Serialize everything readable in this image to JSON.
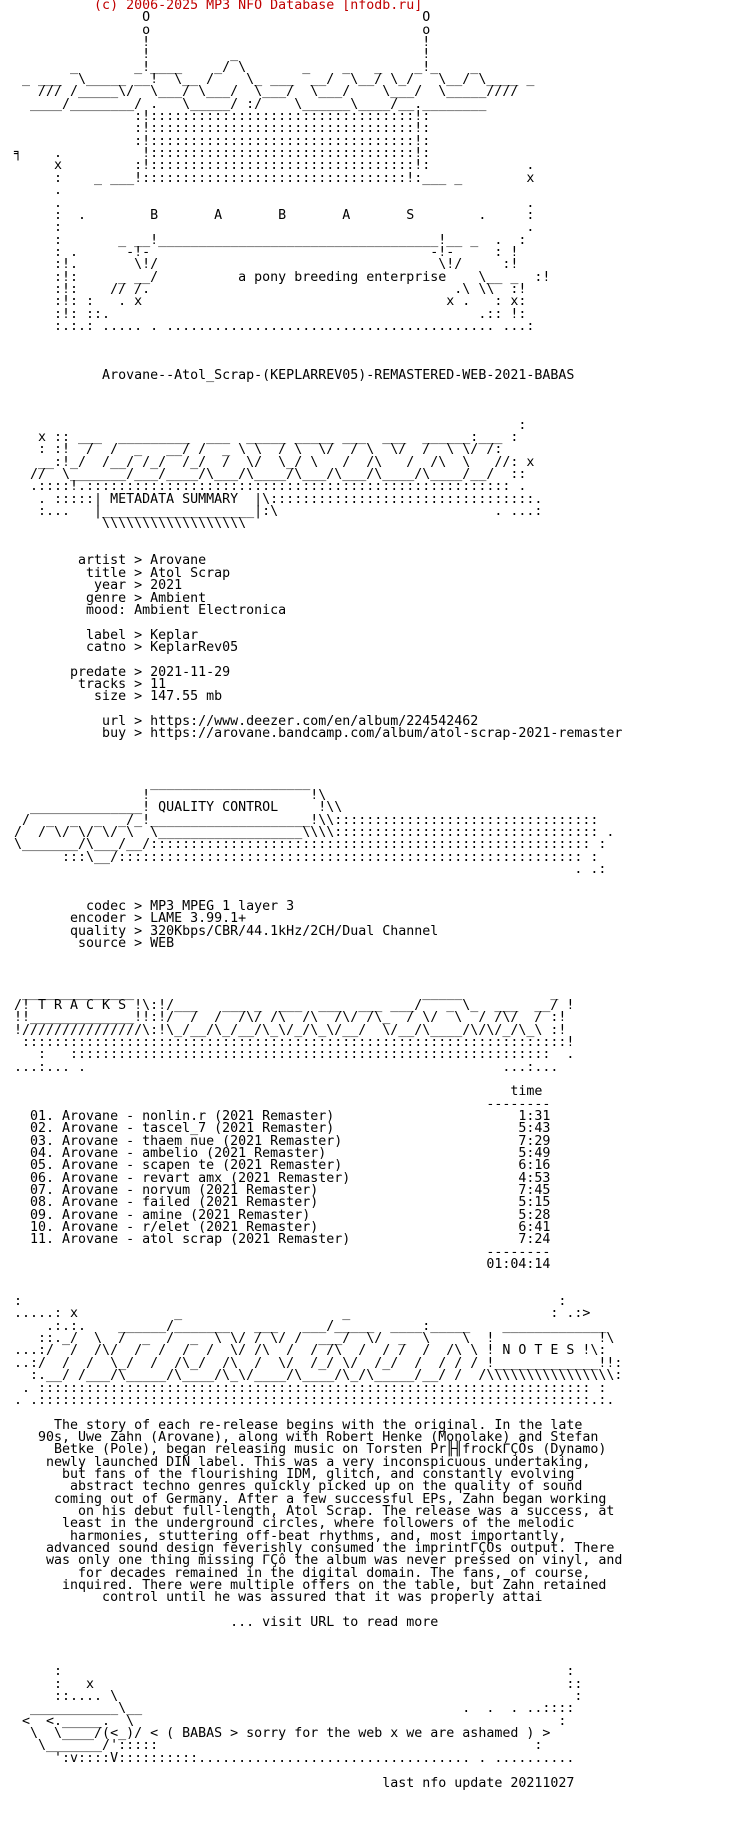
{
  "header_text": "          (c) 2006-2025 MP3 NFO Database [nfodb.ru]",
  "nfo_lines": [
    "                O                                  O",
    "                o                                  o",
    "                !                                  !",
    "                !          _                       !",
    "       _       _!____    _/ \\       _    _   _    _!_    _",
    " _ ___  \\_____ __!  \\__ /    \\_ ___  __/  \\__/ \\_/   \\__/ \\____ _",
    "   /// /_____\\/  \\___/ \\___/  \\___/  \\___/    \\___/  \\_____////",
    "  ____/________/ .   \\_____/ :/    \\______\\____/__.________",
    "               :!:::::::::::::::::::::::::::::::::!:",
    "               :!:::::::::::::::::::::::::::::::::!:",
    "               :!:::::::::::::::::::::::::::::::::!:",
    "╕    .          !:::::::::::::::::::::::::::::::::!:",
    "     x         :!:::::::::::::::::::::::::::::::::!:            .",
    "     :    _ ___!:::::::::::::::::::::::::::::::::!:___ _        x",
    "     .",
    "     .                                                          .",
    "     :  .        B       A       B       A       S        .     :",
    "     :                                                          .",
    "     :       _ __!___________________________________!__ _  .  :",
    "     : .      -!-                                   -!-     : !",
    "     :!.       \\!/                                   \\!/     :!",
    "     :!:     _ __/          a pony breeding enterprise    \\__ _  :!",
    "     :!:    // /.                                      .\\ \\\\  :!",
    "     :!: :   . x                                      x .   : x:",
    "     :!: ::.                                              .:: !:",
    "     :.:.: ..... . ......................................... ...:",
    "",
    "",
    "",
    "           Arovane--Atol_Scrap-(KEPLARREV05)-REMASTERED-WEB-2021-BABAS",
    "",
    "",
    "",
    "                                                               :",
    "   x :: ___  _________  ___  _____ _____ ___  ___  ______:___ :",
    "   : :!  /  /  _   __/ /  _ \\ \\  / \\  \\/  / \\  \\/  /  \\ \\/ /:",
    "   __:!_/  /__/ /_/  /_/  /  \\/  \\_/ \\   /  /\\   /  /\\  \\   //: x",
    "  //  \\_______/___/____/\\___/\\____/\\___/\\___/\\____/\\____/__/  ::",
    "  .::::!.::::::::::::::::::::::::::::::::::::::::::::::::::::: .",
    "   . :::::| METADATA SUMMARY  |\\:::::::::::::::::::::::::::::::::.",
    "   :...   |___________________|:\\                           . ...:",
    "           \\\\\\\\\\\\\\\\\\\\\\\\\\\\\\\\\\\\",
    "",
    "",
    "        artist > Arovane",
    "         title > Atol Scrap",
    "          year > 2021",
    "         genre > Ambient",
    "         mood: Ambient Electronica",
    "",
    "         label > Keplar",
    "         catno > KeplarRev05",
    "",
    "       predate > 2021-11-29",
    "        tracks > 11",
    "          size > 147.55 mb",
    "",
    "           url > https://www.deezer.com/en/album/224542462",
    "           buy > https://arovane.bandcamp.com/album/atol-scrap-2021-remaster",
    "",
    "",
    "",
    "                 ____________________",
    "                !                    !\\",
    "  ______________! QUALITY CONTROL     !\\\\",
    " /  _  _  _  _/_!____________________!\\\\:::::::::::::::::::::::::::::::::",
    "/  / \\/ \\/ \\/ \\  \\__________________\\\\\\\\::::::::::::::::::::::::::::::::: .",
    "\\_______/\\___/__/::::::::::::::::::::::::::::::::::::::::::::::::::::::: :",
    "      :::\\__/:::::::::::::::::::::::::::::::::::::::::::::::::::::::::: :",
    "                                                                      . .:",
    "",
    "",
    "         codec > MP3 MPEG 1 layer 3",
    "       encoder > LAME 3.99.1+",
    "       quality > 320Kbps/CBR/44.1kHz/2CH/Dual Channel",
    "        source > WEB",
    "",
    "",
    "",
    " ______________                                    _____           _",
    "/! T R A C K S !\\:!/___   ___ _  ___  ___  ___ ___/   _ \\_  ___  __/ !",
    "!!_____________!!:!/  /  /  /\\/ /\\  /\\  /\\/ /\\_  / \\/  \\  / /\\/  / :!",
    "!///////////////\\:!\\_/__/\\_/__/\\_\\/_/\\_\\/__/  \\/__/\\____/\\/\\/_/\\_\\ :!",
    " ::::::::::::::::::::::::::::::::::::::::::::::::::::::::::::::::::::!",
    "   :   ::::::::::::::::::::::::::::::::::::::::::::::::::::::::::::  .",
    "...:... .                                                    ...:...",
    "",
    "                                                              time",
    "                                                           --------",
    "  01. Arovane - nonlin.r (2021 Remaster)                       1:31",
    "  02. Arovane - tascel_7 (2021 Remaster)                       5:43",
    "  03. Arovane - thaem nue (2021 Remaster)                      7:29",
    "  04. Arovane - ambelio (2021 Remaster)                        5:49",
    "  05. Arovane - scapen te (2021 Remaster)                      6:16",
    "  06. Arovane - revart amx (2021 Remaster)                     4:53",
    "  07. Arovane - norvum (2021 Remaster)                         7:45",
    "  08. Arovane - failed (2021 Remaster)                         5:15",
    "  09. Arovane - amine (2021 Remaster)                          5:28",
    "  10. Arovane - r/elet (2021 Remaster)                         6:41",
    "  11. Arovane - atol scrap (2021 Remaster)                     7:24",
    "                                                           --------",
    "                                                           01:04:14",
    "",
    "",
    ":                                                                   :",
    ".....: x            _                    _                         : .:>",
    "    .:.:.    ______/_______   ___   ___/_____  ____:_____    _____________",
    "   ::._/  \\  /  _  /  _  \\ \\/ / \\/ /  ___/  \\/  _  \\    \\  !             !\\",
    "...:/  /  /\\/  /  /  /  /  \\/ /\\  /  / /\\  /  / /  /  /\\ \\ ! N O T E S !\\:",
    "..:/  /  /  \\_/  /  /\\_/  /\\  /  \\/  /_/ \\/  /_/  /  / / / !_____________!!:",
    "  :.__/ /___/\\_____/\\____/\\_\\/____/\\____/\\_/\\_____/__/ /  /\\\\\\\\\\\\\\\\\\\\\\\\\\\\\\\\:",
    " . ::::::::::::::::::::::::::::::::::::::::::::::::::::::::::::::::::::: :",
    ". .:::::::::::::::::::::::::::::::::::::::::::::::::::::::::::::::::::::.:.",
    "",
    "     The story of each re-release begins with the original. In the late",
    "   90s, Uwe Zahn (Arovane), along with Robert Henke (Monolake) and Stefan",
    "     Betke (Pole), began releasing music on Torsten Pr╟╢frockΓÇÖs (Dynamo)",
    "    newly launched DIN label. This was a very inconspicuous undertaking,",
    "      but fans of the flourishing IDM, glitch, and constantly evolving",
    "       abstract techno genres quickly picked up on the quality of sound",
    "     coming out of Germany. After a few successful EPs, Zahn began working",
    "        on his debut full-length, Atol Scrap. The release was a success, at",
    "      least in the underground circles, where followers of the melodic",
    "       harmonies, stuttering off-beat rhythms, and, most importantly,",
    "    advanced sound design feverishly consumed the imprintΓÇÖs output. There",
    "    was only one thing missing ΓÇô the album was never pressed on vinyl, and",
    "        for decades remained in the digital domain. The fans, of course,",
    "      inquired. There were multiple offers on the table, but Zahn retained",
    "           control until he was assured that it was properly attai",
    "",
    "                           ... visit URL to read more",
    "",
    "",
    "",
    "     :                                                               :",
    "     :   x                                                           ::",
    "     ::.... \\                                                         :",
    "  ___________\\__                                        .  .  . ..::::",
    " <  <._____.  \\                                                     :",
    "  \\  \\____/(<_)/ < ( BABAS > sorry for the web x we are ashamed ) >",
    "   \\_______/':::::                                               :",
    "     ':v::::V::::::::::.................................. . ..........",
    "",
    "                                              last nfo update 20211027"
  ]
}
